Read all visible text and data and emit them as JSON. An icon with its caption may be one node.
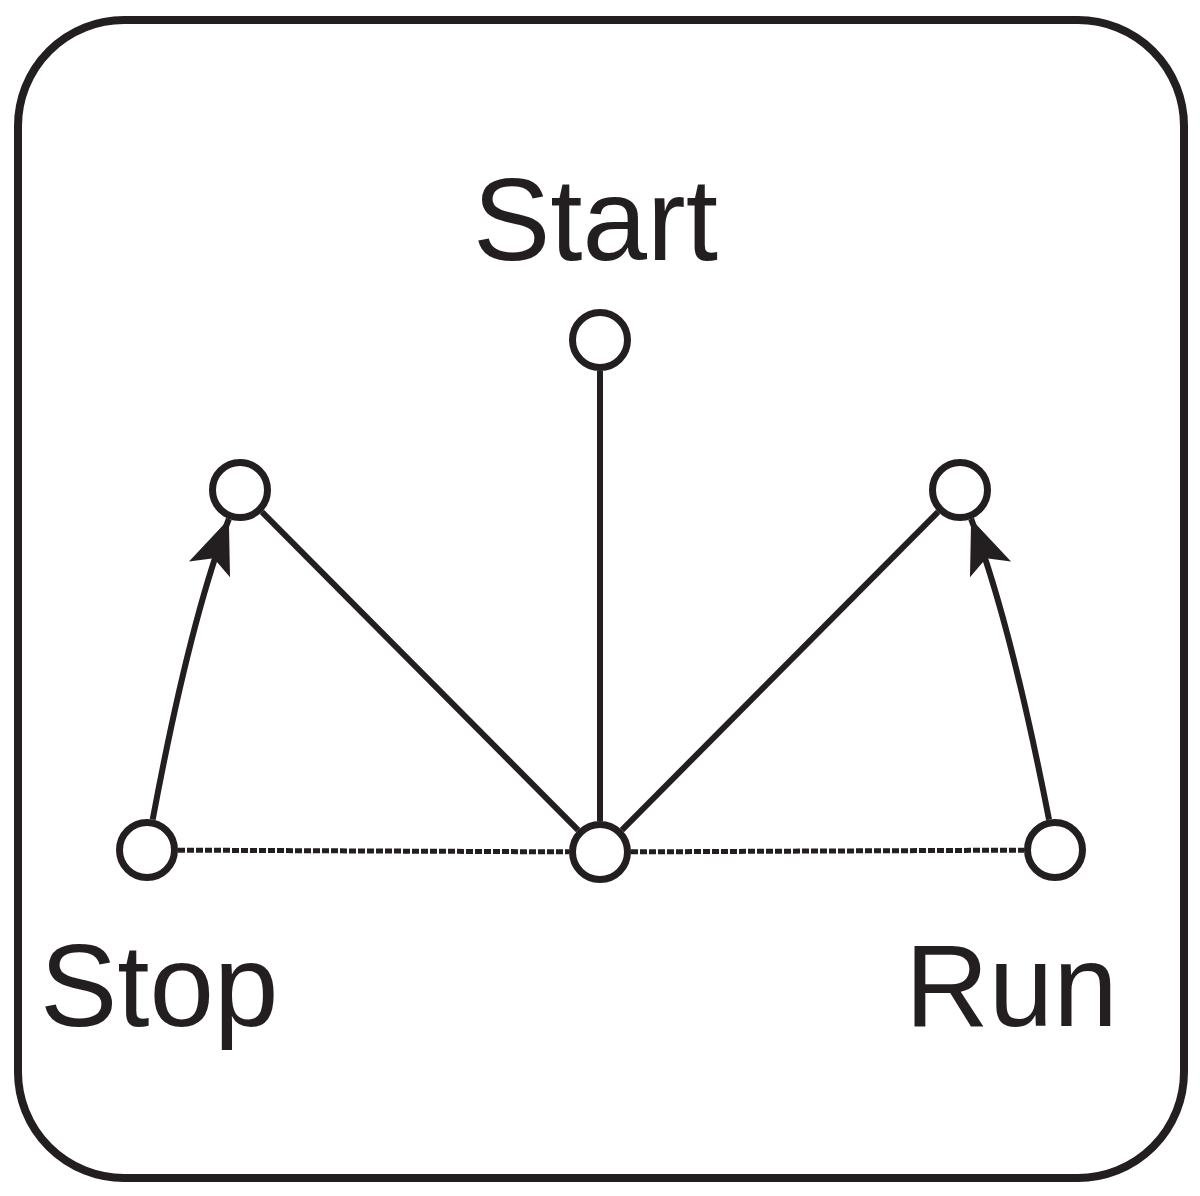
{
  "diagram": {
    "nodes": [
      {
        "text": [],
        "shape": "circle",
        "beside": [
          "Start"
        ]
      },
      {
        "text": [],
        "shape": "circle"
      },
      {
        "text": [],
        "shape": "circle"
      },
      {
        "text": [],
        "shape": "circle",
        "beside": [
          "Stop"
        ]
      },
      {
        "text": [],
        "shape": "circle"
      },
      {
        "text": [],
        "shape": "circle",
        "beside": [
          "Run"
        ]
      }
    ],
    "edges": [
      {
        "from": 4,
        "to": 0,
        "arrow": "none"
      },
      {
        "from": 4,
        "to": 1,
        "arrow": "none"
      },
      {
        "from": 4,
        "to": 2,
        "arrow": "none"
      },
      {
        "from": 3,
        "to": 4,
        "arrow": "none",
        "style": "dashed"
      },
      {
        "from": 4,
        "to": 5,
        "arrow": "none",
        "style": "dashed"
      },
      {
        "from": 3,
        "to": 1,
        "arrow": "to"
      },
      {
        "from": 5,
        "to": 2,
        "arrow": "to"
      }
    ]
  }
}
